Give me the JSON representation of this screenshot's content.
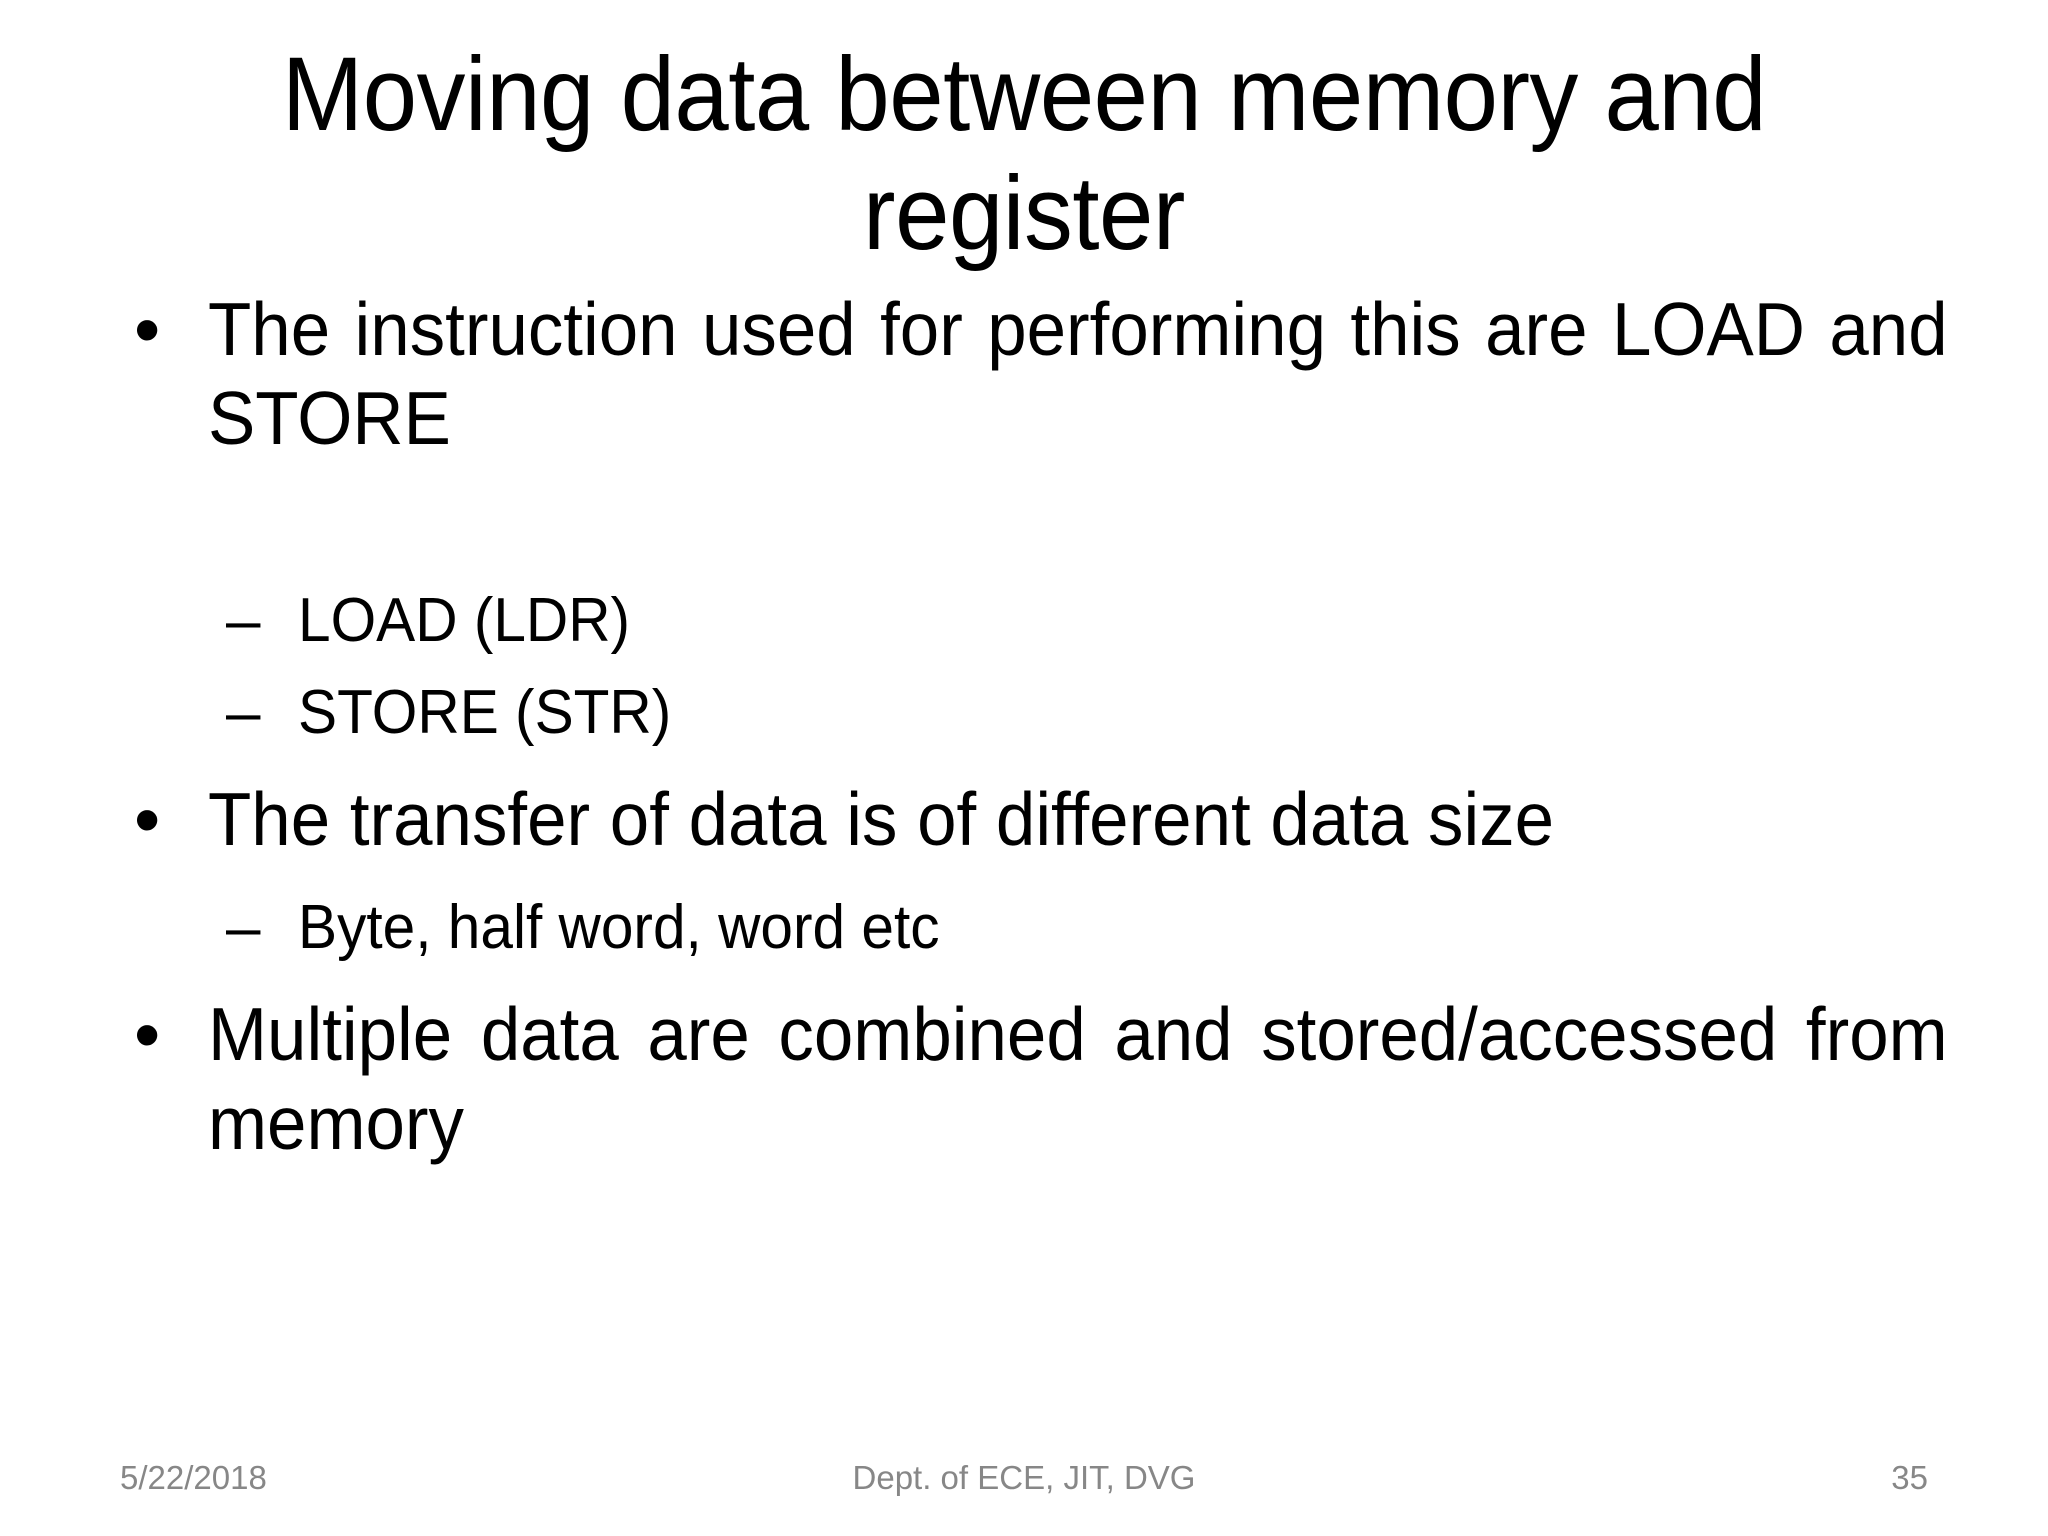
{
  "slide": {
    "background_color": "#ffffff",
    "text_color": "#000000",
    "footer_color": "#878787"
  },
  "title": {
    "line1": "Moving data between memory and",
    "line2": "register",
    "full": "Moving data between memory and register"
  },
  "bullets": [
    {
      "level": 1,
      "marker": "•",
      "text": "The instruction used for performing this are LOAD and STORE",
      "justified": true
    },
    {
      "level": 2,
      "marker": "–",
      "text": "LOAD (LDR)",
      "justified": false
    },
    {
      "level": 2,
      "marker": "–",
      "text": "STORE (STR)",
      "justified": false
    },
    {
      "level": 1,
      "marker": "•",
      "text": "The transfer of data is of different data size",
      "justified": false
    },
    {
      "level": 2,
      "marker": "–",
      "text": "Byte, half word, word etc",
      "justified": false
    },
    {
      "level": 1,
      "marker": "•",
      "text": "Multiple data are combined and stored/accessed from memory",
      "justified": true
    }
  ],
  "footer": {
    "date": "5/22/2018",
    "center": "Dept. of ECE, JIT, DVG",
    "page_number": "35"
  }
}
